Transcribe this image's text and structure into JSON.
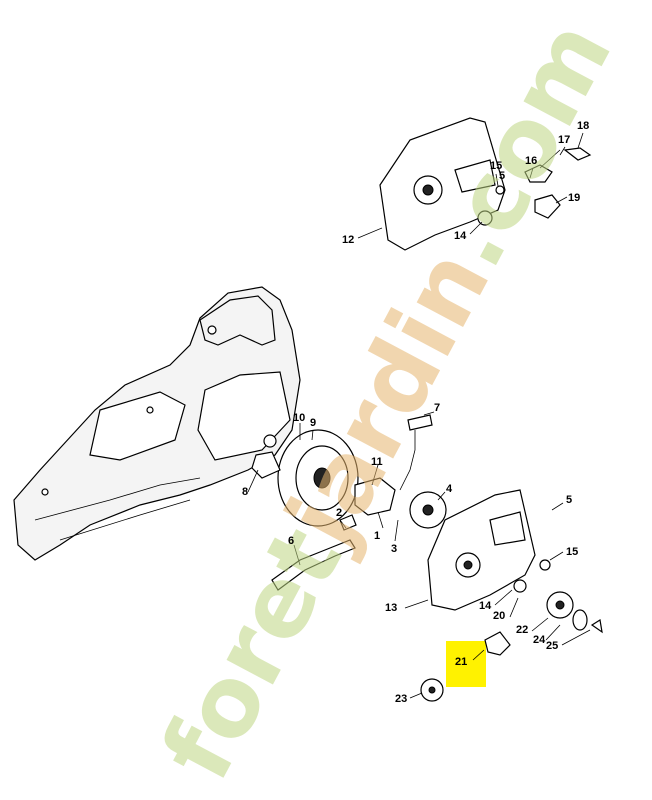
{
  "watermark": {
    "main": "foret",
    "accent": "jardin",
    "suffix": ".com"
  },
  "highlight_color": "#fff200",
  "callouts": [
    {
      "id": "c1",
      "label": "1"
    },
    {
      "id": "c2",
      "label": "2"
    },
    {
      "id": "c3",
      "label": "3"
    },
    {
      "id": "c4",
      "label": "4"
    },
    {
      "id": "c5a",
      "label": "5"
    },
    {
      "id": "c5b",
      "label": "5"
    },
    {
      "id": "c6",
      "label": "6"
    },
    {
      "id": "c7",
      "label": "7"
    },
    {
      "id": "c8",
      "label": "8"
    },
    {
      "id": "c9",
      "label": "9"
    },
    {
      "id": "c10",
      "label": "10"
    },
    {
      "id": "c11",
      "label": "11"
    },
    {
      "id": "c12",
      "label": "12"
    },
    {
      "id": "c13",
      "label": "13"
    },
    {
      "id": "c14a",
      "label": "14"
    },
    {
      "id": "c14b",
      "label": "14"
    },
    {
      "id": "c15a",
      "label": "15"
    },
    {
      "id": "c15b",
      "label": "15"
    },
    {
      "id": "c16",
      "label": "16"
    },
    {
      "id": "c17",
      "label": "17"
    },
    {
      "id": "c18",
      "label": "18"
    },
    {
      "id": "c19",
      "label": "19"
    },
    {
      "id": "c20",
      "label": "20"
    },
    {
      "id": "c21",
      "label": "21"
    },
    {
      "id": "c22",
      "label": "22"
    },
    {
      "id": "c23",
      "label": "23"
    },
    {
      "id": "c24",
      "label": "24"
    },
    {
      "id": "c25",
      "label": "25"
    }
  ]
}
